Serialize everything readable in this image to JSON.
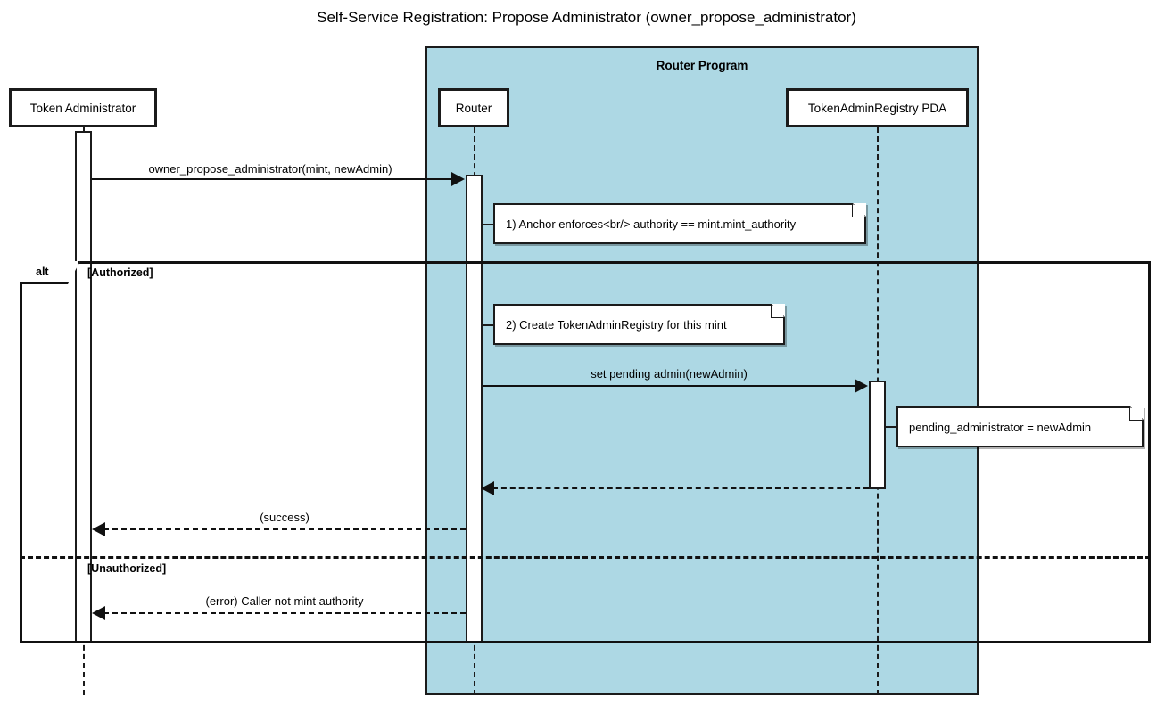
{
  "diagram": {
    "title": "Self-Service Registration: Propose Administrator (owner_propose_administrator)",
    "type": "sequence-diagram",
    "colors": {
      "group_fill": "#add8e4",
      "stroke": "#1b1b1b",
      "background": "#ffffff"
    }
  },
  "group": {
    "label": "Router Program"
  },
  "participants": [
    {
      "id": "tokenAdmin",
      "label": "Token Administrator"
    },
    {
      "id": "router",
      "label": "Router"
    },
    {
      "id": "pda",
      "label": "TokenAdminRegistry PDA"
    }
  ],
  "messages": [
    {
      "id": "m1",
      "label": "owner_propose_administrator(mint, newAdmin)",
      "from": "tokenAdmin",
      "to": "router",
      "style": "solid",
      "direction": "right"
    },
    {
      "id": "m2",
      "label": "set pending admin(newAdmin)",
      "from": "router",
      "to": "pda",
      "style": "solid",
      "direction": "right"
    },
    {
      "id": "m3",
      "label": "",
      "from": "pda",
      "to": "router",
      "style": "dashed",
      "direction": "left"
    },
    {
      "id": "m4",
      "label": "(success)",
      "from": "router",
      "to": "tokenAdmin",
      "style": "dashed",
      "direction": "left"
    },
    {
      "id": "m5",
      "label": "(error) Caller not mint authority",
      "from": "router",
      "to": "tokenAdmin",
      "style": "dashed",
      "direction": "left"
    }
  ],
  "notes": [
    {
      "id": "n1",
      "text": "1) Anchor enforces<br/> authority == mint.mint_authority",
      "attached_to": "router"
    },
    {
      "id": "n2",
      "text": "2) Create TokenAdminRegistry for this mint",
      "attached_to": "router"
    },
    {
      "id": "n3",
      "text": "pending_administrator = newAdmin",
      "attached_to": "pda"
    }
  ],
  "fragment": {
    "operator": "alt",
    "branches": [
      {
        "condition": "[Authorized]"
      },
      {
        "condition": "[Unauthorized]"
      }
    ]
  }
}
